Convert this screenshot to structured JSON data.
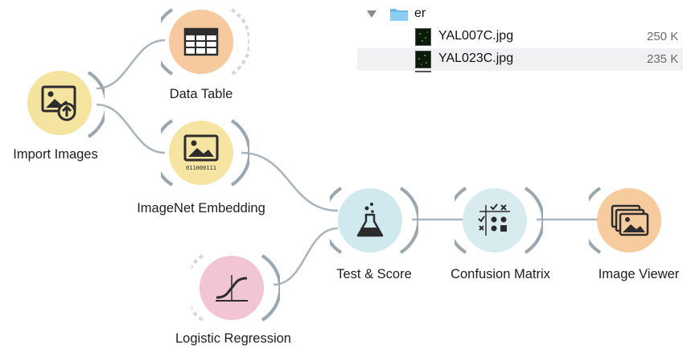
{
  "colors": {
    "link": "#a9b4bd",
    "arc_dark": "#9aa6b0",
    "arc_light": "#d3d8dc",
    "import_fill": "#f5e3a0",
    "table_fill": "#f6c99f",
    "embedding_fill": "#f6e4a2",
    "test_fill": "#cfe9ee",
    "confusion_fill": "#d8ecef",
    "viewer_fill": "#f6cc9f",
    "logreg_fill": "#f1c5d3"
  },
  "widgets": {
    "import_images": {
      "label": "Import Images",
      "icon": "image-upload-icon"
    },
    "data_table": {
      "label": "Data Table",
      "icon": "table-icon"
    },
    "imagenet_embedding": {
      "label": "ImageNet Embedding",
      "icon": "image-embedding-icon",
      "icon_caption": "011000111"
    },
    "test_score": {
      "label": "Test & Score",
      "icon": "flask-icon"
    },
    "confusion_matrix": {
      "label": "Confusion Matrix",
      "icon": "confusion-grid-icon"
    },
    "image_viewer": {
      "label": "Image Viewer",
      "icon": "image-stack-icon"
    },
    "logistic_regression": {
      "label": "Logistic Regression",
      "icon": "sigmoid-curve-icon"
    }
  },
  "finder": {
    "folder": {
      "name": "er",
      "icon": "folder-icon"
    },
    "files": [
      {
        "name": "YAL007C.jpg",
        "size": "250 K",
        "icon": "image-thumbnail-icon"
      },
      {
        "name": "YAL023C.jpg",
        "size": "235 K",
        "icon": "image-thumbnail-icon"
      }
    ]
  }
}
